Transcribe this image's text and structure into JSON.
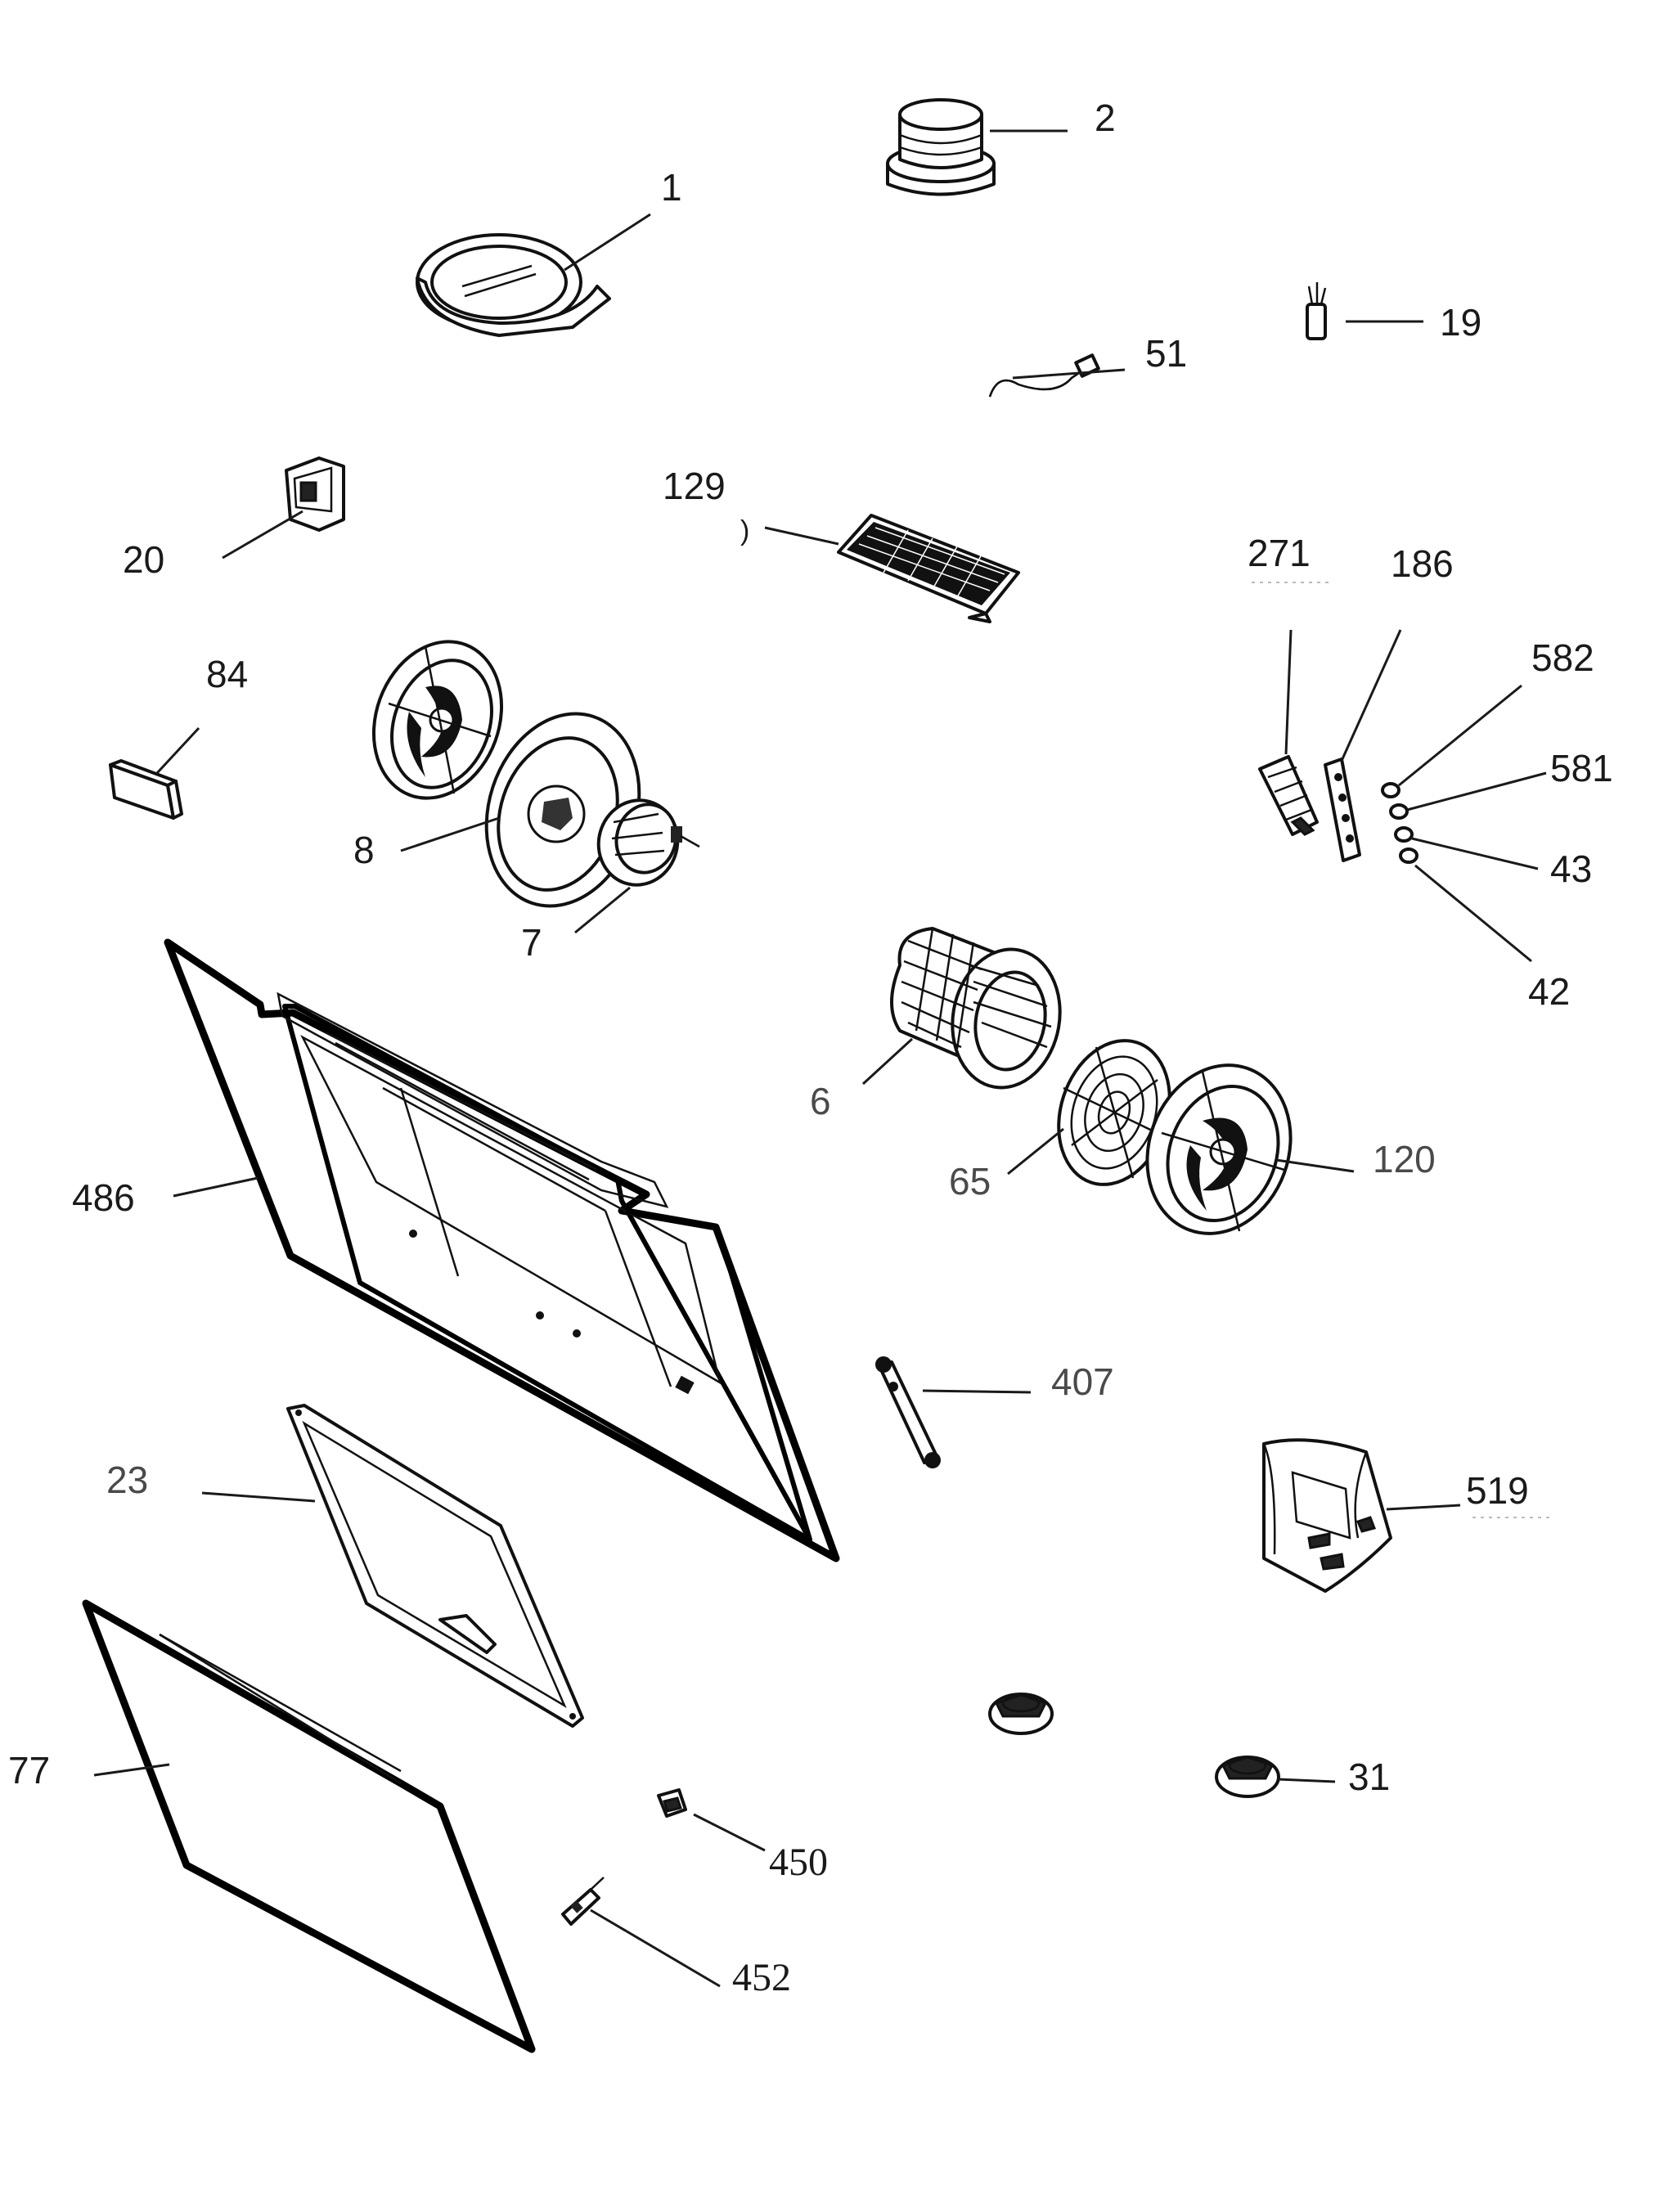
{
  "labels": {
    "p1": "1",
    "p2": "2",
    "p19": "19",
    "p51": "51",
    "p20": "20",
    "p129": "129",
    "p129_paren": ")",
    "p271": "271",
    "p186": "186",
    "p582": "582",
    "p581": "581",
    "p43": "43",
    "p42": "42",
    "p84": "84",
    "p8": "8",
    "p7": "7",
    "p6": "6",
    "p65": "65",
    "p120": "120",
    "p486": "486",
    "p407": "407",
    "p519": "519",
    "p23": "23",
    "p77": "77",
    "p31": "31",
    "p450": "450",
    "p452": "452"
  },
  "colors": {
    "line": "#111111",
    "label": "#1a1a1a",
    "label_grey": "#4a4a4a",
    "background": "#ffffff"
  }
}
